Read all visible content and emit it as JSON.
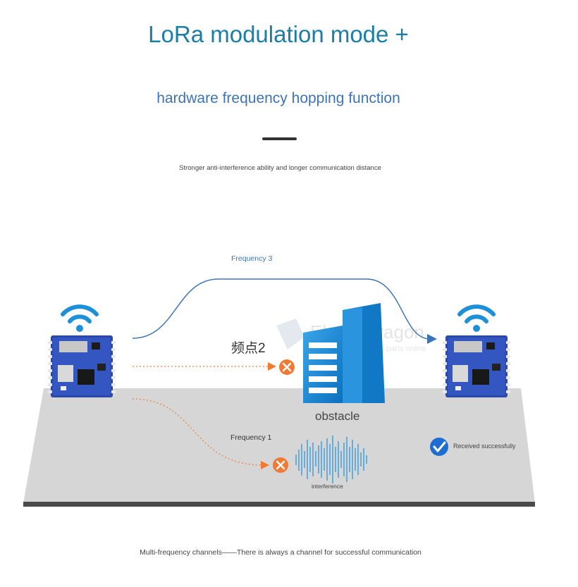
{
  "header": {
    "title": "LoRa modulation mode +",
    "subtitle": "hardware frequency hopping function",
    "tagline": "Stronger anti-interference ability and longer communication distance"
  },
  "diagram": {
    "freq3_label": "Frequency 3",
    "freq2_label": "频点2",
    "freq1_label": "Frequency 1",
    "obstacle_label": "obstacle",
    "interference_label": "interference",
    "received_label": "Received successfully",
    "watermark_brand": "Electrodragon",
    "watermark_tag": "electronic parts online"
  },
  "footer": {
    "text": "Multi-frequency channels——There is always a channel for successful communication"
  },
  "colors": {
    "title": "#1a7ea6",
    "subtitle": "#3d74b8",
    "accent_blue": "#1e90d8",
    "orange": "#f07a34",
    "floor": "#d6d6d6",
    "floor_edge": "#4a4a4a"
  },
  "icons": [
    "wifi-icon",
    "lora-module-icon",
    "building-icon",
    "x-mark-icon",
    "check-icon",
    "waveform-icon",
    "arrow-icon"
  ]
}
